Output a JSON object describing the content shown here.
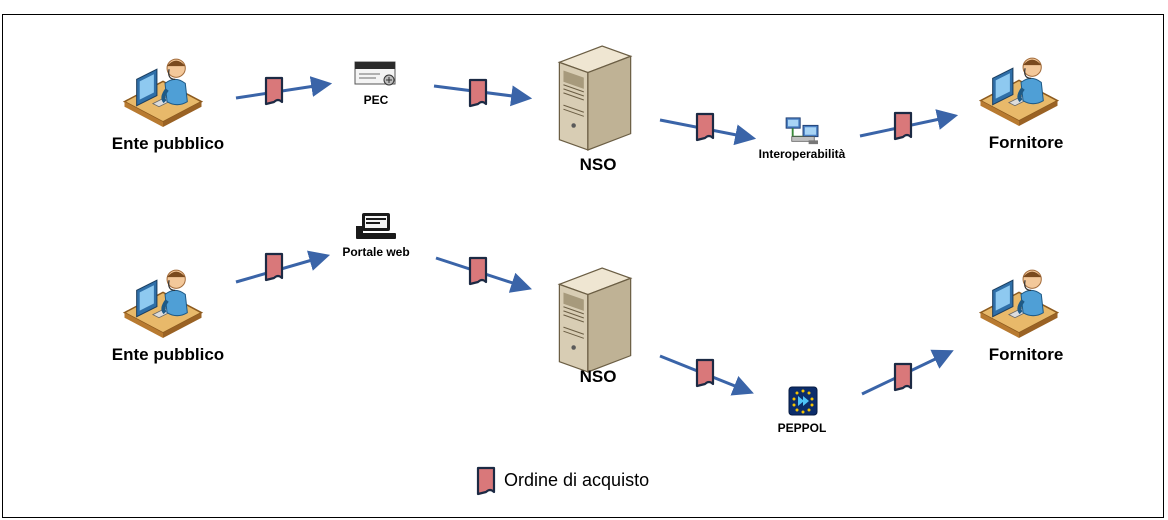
{
  "diagram": {
    "row1": {
      "sender": "Ente pubblico",
      "channel_in": "PEC",
      "hub": "NSO",
      "channel_out": "Interoperabilità",
      "receiver": "Fornitore"
    },
    "row2": {
      "sender": "Ente pubblico",
      "channel_in": "Portale web",
      "hub": "NSO",
      "channel_out": "PEPPOL",
      "receiver": "Fornitore"
    },
    "legend": {
      "label": "Ordine di acquisto"
    }
  },
  "icons": {
    "person": "person-at-computer-icon",
    "server": "server-icon",
    "pec": "pec-mail-icon",
    "portal": "web-portal-computer-icon",
    "interop": "network-computers-icon",
    "peppol": "peppol-logo-icon",
    "document": "purchase-order-document-icon"
  },
  "colors": {
    "arrow": "#3a64a8",
    "document_fill": "#d9787a",
    "document_stroke": "#1c2a44",
    "server_body": "#d8cdb4",
    "person_shirt": "#4f9fd6"
  }
}
